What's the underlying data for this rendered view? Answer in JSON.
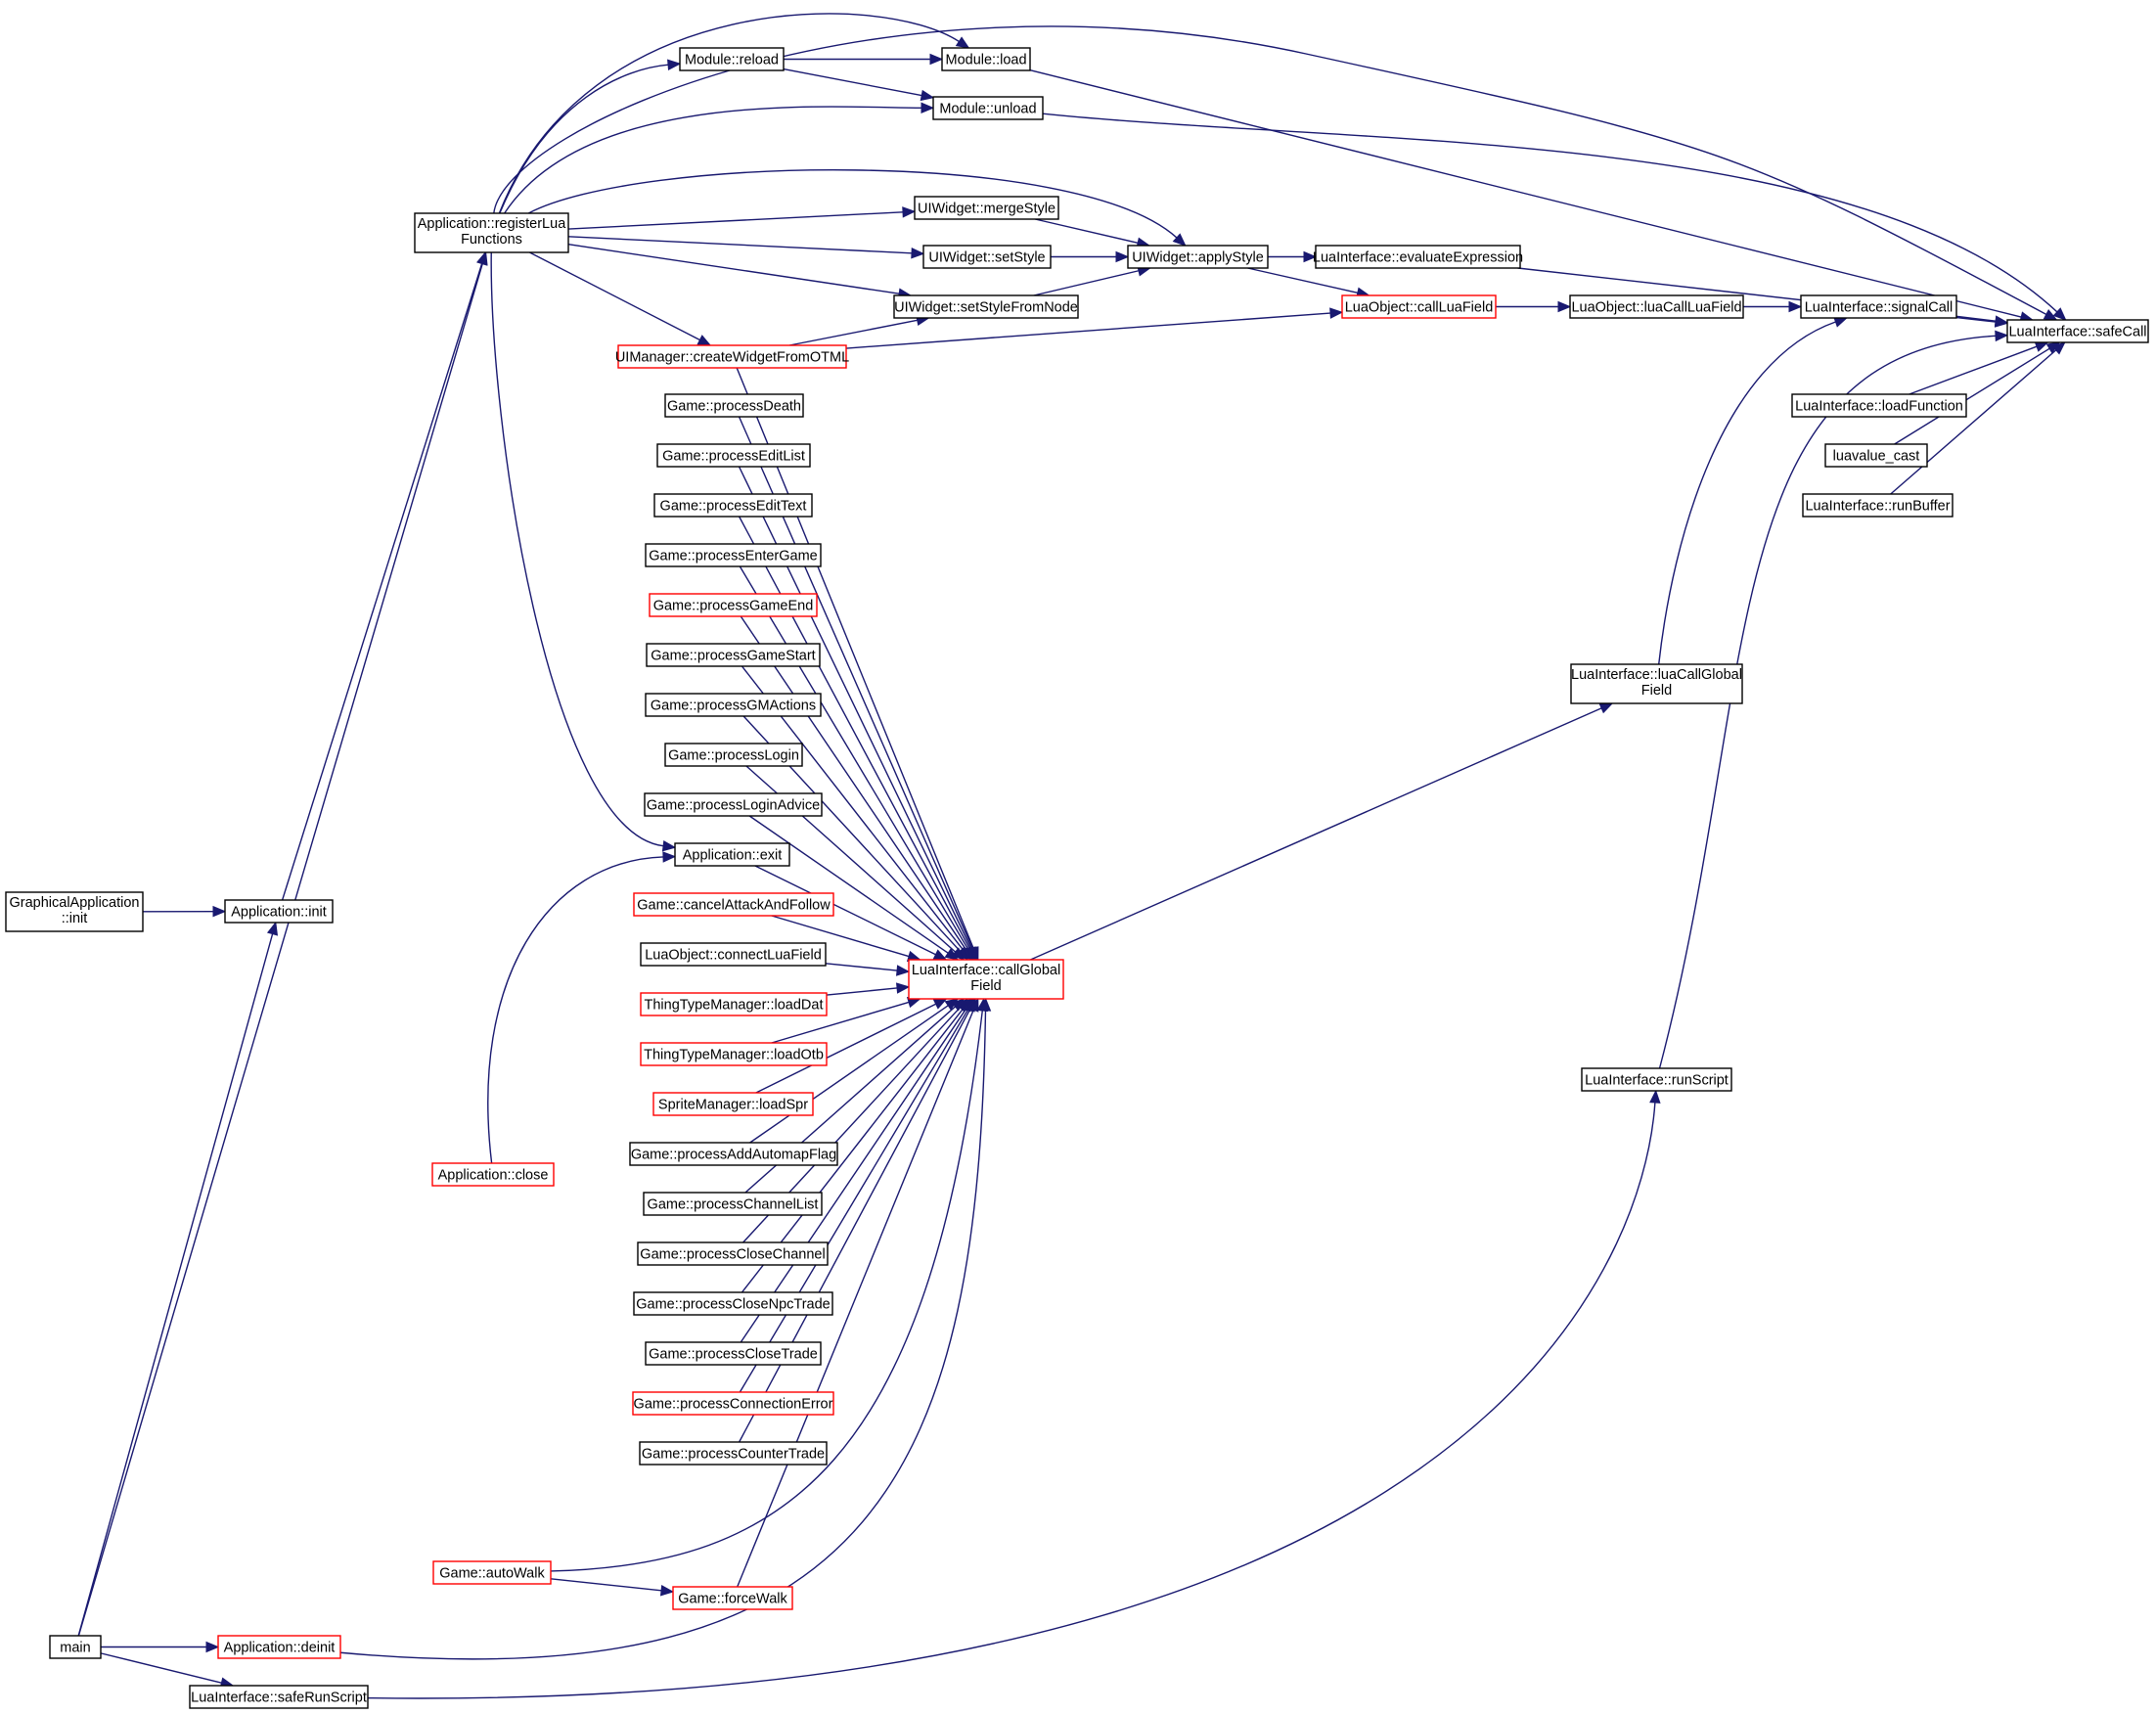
{
  "colors": {
    "edge": "#191970",
    "border_default": "#000000",
    "border_red": "#ff0000",
    "highlight_fill": "#bfbfbf",
    "background": "#ffffff"
  },
  "nodes": [
    {
      "id": "safeCall",
      "lines": [
        "LuaInterface::safeCall"
      ],
      "style": "highlight"
    },
    {
      "id": "moduleLoad",
      "lines": [
        "Module::load"
      ],
      "style": "default"
    },
    {
      "id": "moduleReload",
      "lines": [
        "Module::reload"
      ],
      "style": "default"
    },
    {
      "id": "moduleUnload",
      "lines": [
        "Module::unload"
      ],
      "style": "default"
    },
    {
      "id": "registerLua",
      "lines": [
        "Application::registerLua",
        "Functions"
      ],
      "style": "default"
    },
    {
      "id": "mergeStyle",
      "lines": [
        "UIWidget::mergeStyle"
      ],
      "style": "default"
    },
    {
      "id": "setStyle",
      "lines": [
        "UIWidget::setStyle"
      ],
      "style": "default"
    },
    {
      "id": "applyStyle",
      "lines": [
        "UIWidget::applyStyle"
      ],
      "style": "default"
    },
    {
      "id": "evaluateExpression",
      "lines": [
        "LuaInterface::evaluateExpression"
      ],
      "style": "default"
    },
    {
      "id": "setStyleFromNode",
      "lines": [
        "UIWidget::setStyleFromNode"
      ],
      "style": "default"
    },
    {
      "id": "callLuaField",
      "lines": [
        "LuaObject::callLuaField"
      ],
      "style": "red"
    },
    {
      "id": "luaCallLuaField",
      "lines": [
        "LuaObject::luaCallLuaField"
      ],
      "style": "default"
    },
    {
      "id": "signalCall",
      "lines": [
        "LuaInterface::signalCall"
      ],
      "style": "default"
    },
    {
      "id": "createWidgetFromOTML",
      "lines": [
        "UIManager::createWidgetFromOTML"
      ],
      "style": "red"
    },
    {
      "id": "loadFunction",
      "lines": [
        "LuaInterface::loadFunction"
      ],
      "style": "default"
    },
    {
      "id": "luavalueCast",
      "lines": [
        "luavalue_cast"
      ],
      "style": "default"
    },
    {
      "id": "runBuffer",
      "lines": [
        "LuaInterface::runBuffer"
      ],
      "style": "default"
    },
    {
      "id": "processDeath",
      "lines": [
        "Game::processDeath"
      ],
      "style": "default"
    },
    {
      "id": "processEditList",
      "lines": [
        "Game::processEditList"
      ],
      "style": "default"
    },
    {
      "id": "processEditText",
      "lines": [
        "Game::processEditText"
      ],
      "style": "default"
    },
    {
      "id": "processEnterGame",
      "lines": [
        "Game::processEnterGame"
      ],
      "style": "default"
    },
    {
      "id": "processGameEnd",
      "lines": [
        "Game::processGameEnd"
      ],
      "style": "red"
    },
    {
      "id": "processGameStart",
      "lines": [
        "Game::processGameStart"
      ],
      "style": "default"
    },
    {
      "id": "processGMActions",
      "lines": [
        "Game::processGMActions"
      ],
      "style": "default"
    },
    {
      "id": "processLogin",
      "lines": [
        "Game::processLogin"
      ],
      "style": "default"
    },
    {
      "id": "processLoginAdvice",
      "lines": [
        "Game::processLoginAdvice"
      ],
      "style": "default"
    },
    {
      "id": "luaCallGlobalField",
      "lines": [
        "LuaInterface::luaCallGlobal",
        "Field"
      ],
      "style": "default"
    },
    {
      "id": "appExit",
      "lines": [
        "Application::exit"
      ],
      "style": "default"
    },
    {
      "id": "cancelAttackAndFollow",
      "lines": [
        "Game::cancelAttackAndFollow"
      ],
      "style": "red"
    },
    {
      "id": "connectLuaField",
      "lines": [
        "LuaObject::connectLuaField"
      ],
      "style": "default"
    },
    {
      "id": "callGlobalField",
      "lines": [
        "LuaInterface::callGlobal",
        "Field"
      ],
      "style": "red"
    },
    {
      "id": "graphicalInit",
      "lines": [
        "GraphicalApplication",
        "::init"
      ],
      "style": "default"
    },
    {
      "id": "appInit",
      "lines": [
        "Application::init"
      ],
      "style": "default"
    },
    {
      "id": "loadDat",
      "lines": [
        "ThingTypeManager::loadDat"
      ],
      "style": "red"
    },
    {
      "id": "loadOtb",
      "lines": [
        "ThingTypeManager::loadOtb"
      ],
      "style": "red"
    },
    {
      "id": "loadSpr",
      "lines": [
        "SpriteManager::loadSpr"
      ],
      "style": "red"
    },
    {
      "id": "runScript",
      "lines": [
        "LuaInterface::runScript"
      ],
      "style": "default"
    },
    {
      "id": "processAddAutomapFlag",
      "lines": [
        "Game::processAddAutomapFlag"
      ],
      "style": "default"
    },
    {
      "id": "appClose",
      "lines": [
        "Application::close"
      ],
      "style": "red"
    },
    {
      "id": "processChannelList",
      "lines": [
        "Game::processChannelList"
      ],
      "style": "default"
    },
    {
      "id": "processCloseChannel",
      "lines": [
        "Game::processCloseChannel"
      ],
      "style": "default"
    },
    {
      "id": "processCloseNpcTrade",
      "lines": [
        "Game::processCloseNpcTrade"
      ],
      "style": "default"
    },
    {
      "id": "processCloseTrade",
      "lines": [
        "Game::processCloseTrade"
      ],
      "style": "default"
    },
    {
      "id": "processConnectionError",
      "lines": [
        "Game::processConnectionError"
      ],
      "style": "red"
    },
    {
      "id": "processCounterTrade",
      "lines": [
        "Game::processCounterTrade"
      ],
      "style": "default"
    },
    {
      "id": "autoWalk",
      "lines": [
        "Game::autoWalk"
      ],
      "style": "red"
    },
    {
      "id": "forceWalk",
      "lines": [
        "Game::forceWalk"
      ],
      "style": "red"
    },
    {
      "id": "main",
      "lines": [
        "main"
      ],
      "style": "default"
    },
    {
      "id": "appDeinit",
      "lines": [
        "Application::deinit"
      ],
      "style": "red"
    },
    {
      "id": "safeRunScript",
      "lines": [
        "LuaInterface::safeRunScript"
      ],
      "style": "default"
    }
  ],
  "edges": [
    {
      "from": "moduleLoad",
      "to": "safeCall"
    },
    {
      "from": "moduleUnload",
      "to": "safeCall"
    },
    {
      "from": "registerLua",
      "to": "safeCall"
    },
    {
      "from": "evaluateExpression",
      "to": "safeCall"
    },
    {
      "from": "signalCall",
      "to": "safeCall"
    },
    {
      "from": "loadFunction",
      "to": "safeCall"
    },
    {
      "from": "luavalueCast",
      "to": "safeCall"
    },
    {
      "from": "runBuffer",
      "to": "safeCall"
    },
    {
      "from": "runScript",
      "to": "safeCall"
    },
    {
      "from": "moduleReload",
      "to": "moduleLoad"
    },
    {
      "from": "registerLua",
      "to": "moduleLoad"
    },
    {
      "from": "registerLua",
      "to": "moduleReload"
    },
    {
      "from": "moduleReload",
      "to": "moduleUnload"
    },
    {
      "from": "registerLua",
      "to": "moduleUnload"
    },
    {
      "from": "registerLua",
      "to": "mergeStyle"
    },
    {
      "from": "registerLua",
      "to": "setStyle"
    },
    {
      "from": "registerLua",
      "to": "setStyleFromNode"
    },
    {
      "from": "registerLua",
      "to": "applyStyle"
    },
    {
      "from": "mergeStyle",
      "to": "applyStyle"
    },
    {
      "from": "setStyle",
      "to": "applyStyle"
    },
    {
      "from": "setStyleFromNode",
      "to": "applyStyle"
    },
    {
      "from": "applyStyle",
      "to": "evaluateExpression"
    },
    {
      "from": "applyStyle",
      "to": "callLuaField"
    },
    {
      "from": "createWidgetFromOTML",
      "to": "callLuaField"
    },
    {
      "from": "createWidgetFromOTML",
      "to": "setStyleFromNode"
    },
    {
      "from": "registerLua",
      "to": "createWidgetFromOTML"
    },
    {
      "from": "callLuaField",
      "to": "luaCallLuaField"
    },
    {
      "from": "luaCallLuaField",
      "to": "signalCall"
    },
    {
      "from": "luaCallGlobalField",
      "to": "signalCall"
    },
    {
      "from": "callGlobalField",
      "to": "luaCallGlobalField"
    },
    {
      "from": "createWidgetFromOTML",
      "to": "callGlobalField"
    },
    {
      "from": "processDeath",
      "to": "callGlobalField"
    },
    {
      "from": "processEditList",
      "to": "callGlobalField"
    },
    {
      "from": "processEditText",
      "to": "callGlobalField"
    },
    {
      "from": "processEnterGame",
      "to": "callGlobalField"
    },
    {
      "from": "processGameEnd",
      "to": "callGlobalField"
    },
    {
      "from": "processGameStart",
      "to": "callGlobalField"
    },
    {
      "from": "processGMActions",
      "to": "callGlobalField"
    },
    {
      "from": "processLogin",
      "to": "callGlobalField"
    },
    {
      "from": "processLoginAdvice",
      "to": "callGlobalField"
    },
    {
      "from": "appExit",
      "to": "callGlobalField"
    },
    {
      "from": "cancelAttackAndFollow",
      "to": "callGlobalField"
    },
    {
      "from": "connectLuaField",
      "to": "callGlobalField"
    },
    {
      "from": "loadDat",
      "to": "callGlobalField"
    },
    {
      "from": "loadOtb",
      "to": "callGlobalField"
    },
    {
      "from": "loadSpr",
      "to": "callGlobalField"
    },
    {
      "from": "processAddAutomapFlag",
      "to": "callGlobalField"
    },
    {
      "from": "processChannelList",
      "to": "callGlobalField"
    },
    {
      "from": "processCloseChannel",
      "to": "callGlobalField"
    },
    {
      "from": "processCloseNpcTrade",
      "to": "callGlobalField"
    },
    {
      "from": "processCloseTrade",
      "to": "callGlobalField"
    },
    {
      "from": "processConnectionError",
      "to": "callGlobalField"
    },
    {
      "from": "processCounterTrade",
      "to": "callGlobalField"
    },
    {
      "from": "autoWalk",
      "to": "callGlobalField"
    },
    {
      "from": "forceWalk",
      "to": "callGlobalField"
    },
    {
      "from": "appDeinit",
      "to": "callGlobalField"
    },
    {
      "from": "registerLua",
      "to": "appExit"
    },
    {
      "from": "appClose",
      "to": "appExit"
    },
    {
      "from": "autoWalk",
      "to": "forceWalk"
    },
    {
      "from": "appInit",
      "to": "registerLua"
    },
    {
      "from": "main",
      "to": "registerLua"
    },
    {
      "from": "graphicalInit",
      "to": "appInit"
    },
    {
      "from": "main",
      "to": "appInit"
    },
    {
      "from": "main",
      "to": "appDeinit"
    },
    {
      "from": "main",
      "to": "safeRunScript"
    },
    {
      "from": "safeRunScript",
      "to": "runScript"
    }
  ]
}
